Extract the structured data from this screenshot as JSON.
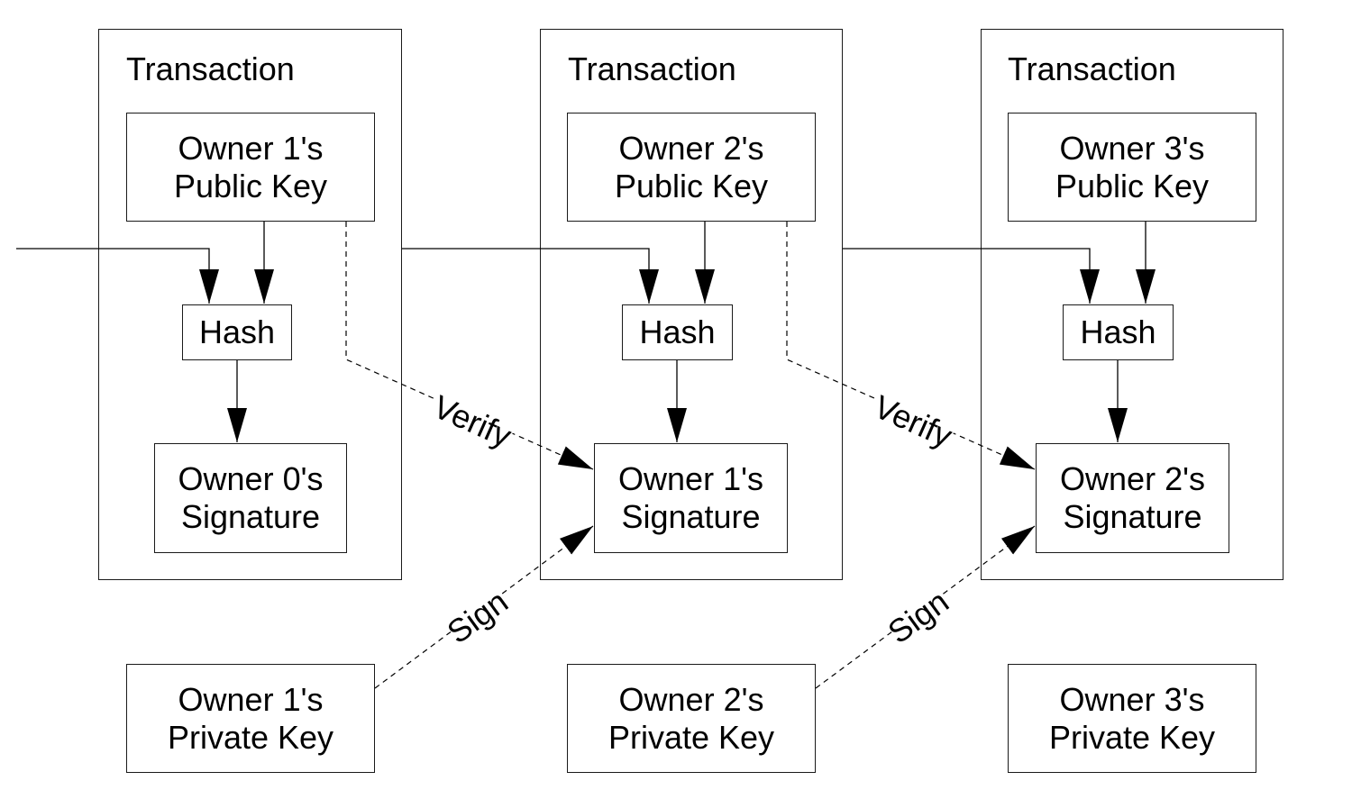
{
  "transactions": [
    {
      "title": "Transaction",
      "public_key": [
        "Owner 1's",
        "Public Key"
      ],
      "hash": "Hash",
      "signature": [
        "Owner 0's",
        "Signature"
      ]
    },
    {
      "title": "Transaction",
      "public_key": [
        "Owner 2's",
        "Public Key"
      ],
      "hash": "Hash",
      "signature": [
        "Owner 1's",
        "Signature"
      ]
    },
    {
      "title": "Transaction",
      "public_key": [
        "Owner 3's",
        "Public Key"
      ],
      "hash": "Hash",
      "signature": [
        "Owner 2's",
        "Signature"
      ]
    }
  ],
  "private_keys": [
    [
      "Owner 1's",
      "Private Key"
    ],
    [
      "Owner 2's",
      "Private Key"
    ],
    [
      "Owner 3's",
      "Private Key"
    ]
  ],
  "edge_labels": {
    "verify": "Verify",
    "sign": "Sign"
  }
}
